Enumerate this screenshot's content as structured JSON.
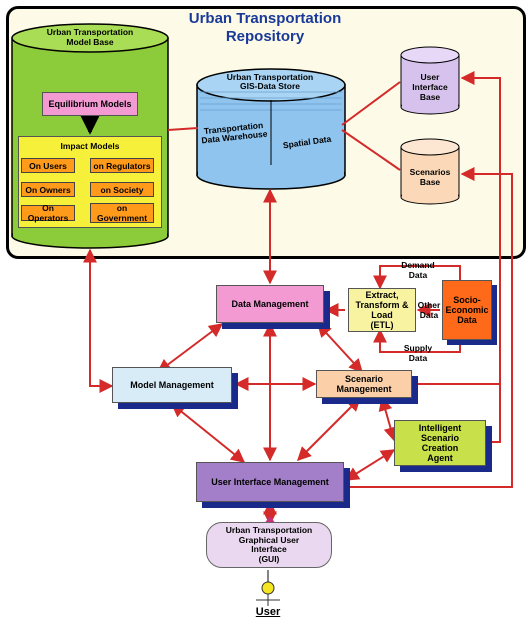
{
  "repository": {
    "title_line1": "Urban Transportation",
    "title_line2": "Repository"
  },
  "model_base": {
    "title_line1": "Urban Transportation",
    "title_line2": "Model Base",
    "equilibrium": "Equilibrium Models",
    "impact_title": "Impact Models",
    "impacts": [
      "On Users",
      "on Regulators",
      "On Owners",
      "on Society",
      "On Operators",
      "on Government"
    ]
  },
  "gis": {
    "title_line1": "Urban Transportation",
    "title_line2": "GIS-Data Store",
    "warehouse_line1": "Transportation",
    "warehouse_line2": "Data Warehouse",
    "spatial": "Spatial Data"
  },
  "user_interface_base": [
    "User",
    "Interface",
    "Base"
  ],
  "scenarios_base": [
    "Scenarios",
    "Base"
  ],
  "data_management": "Data  Management",
  "etl": [
    "Extract,",
    "Transform &",
    "Load",
    "(ETL)"
  ],
  "socio": [
    "Socio-",
    "Economic",
    "Data"
  ],
  "demand_data": [
    "Demand",
    "Data"
  ],
  "other_data": [
    "Other",
    "Data"
  ],
  "supply_data": [
    "Supply",
    "Data"
  ],
  "model_management": "Model Management",
  "scenario_management": "Scenario Management",
  "agent": [
    "Intelligent",
    "Scenario",
    "Creation",
    "Agent"
  ],
  "ui_management": "User Interface Management",
  "gui": [
    "Urban Transportation",
    "Graphical User",
    "Interface",
    "(GUI)"
  ],
  "user": "User",
  "colors": {
    "arrow": "#d42a2a",
    "green": "#8ccc3a",
    "pink": "#f39ad3",
    "yellow": "#f7f03a",
    "orange": "#ff9a1a"
  }
}
